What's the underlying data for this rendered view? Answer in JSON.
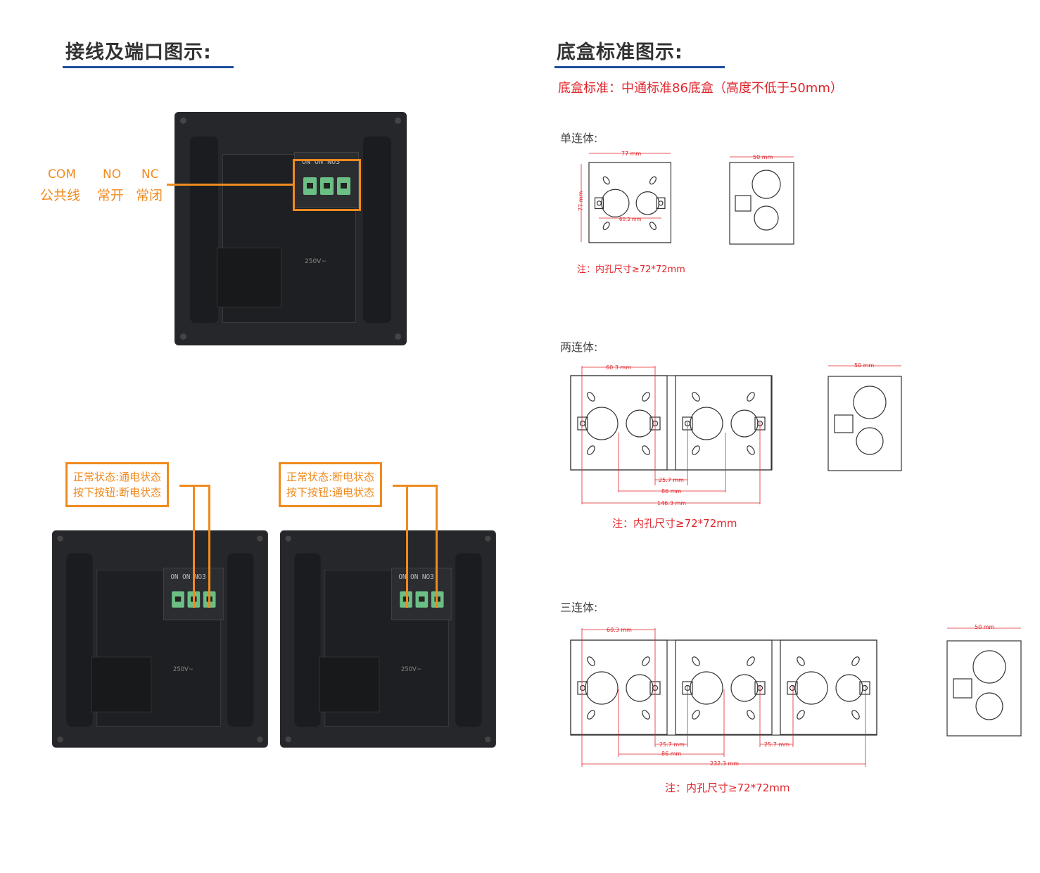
{
  "left": {
    "title": "接线及端口图示:",
    "ports": [
      {
        "code": "COM",
        "label": "公共线"
      },
      {
        "code": "NO",
        "label": "常开"
      },
      {
        "code": "NC",
        "label": "常闭"
      }
    ],
    "device_terminal_marking": "ON ON NO3",
    "device_rating_marking": "250V~",
    "callouts": [
      {
        "line1": "正常状态:通电状态",
        "line2": "按下按钮:断电状态"
      },
      {
        "line1": "正常状态:断电状态",
        "line2": "按下按钮:通电状态"
      }
    ]
  },
  "right": {
    "title": "底盒标准图示:",
    "standard": "底盒标准：中通标准86底盒（高度不低于50mm）",
    "single": {
      "label": "单连体:",
      "dims": {
        "width": "77 mm",
        "height": "77 mm",
        "hole_spacing": "60.3 mm",
        "depth": "50 mm"
      },
      "note": "注：内孔尺寸≥72*72mm"
    },
    "double": {
      "label": "两连体:",
      "dims": {
        "hole_spacing": "60.3 mm",
        "gap": "25.7 mm",
        "pitch": "86 mm",
        "total": "146.3 mm",
        "depth": "50 mm"
      },
      "note": "注：内孔尺寸≥72*72mm"
    },
    "triple": {
      "label": "三连体:",
      "dims": {
        "hole_spacing": "60.3 mm",
        "gap": "25.7 mm",
        "pitch": "86 mm",
        "total": "232.3 mm",
        "depth": "50 mm"
      },
      "note": "注：内孔尺寸≥72*72mm"
    }
  },
  "colors": {
    "accent_blue": "#1f4e9c",
    "orange": "#f08a1e",
    "red": "#e0252b",
    "terminal_green": "#6cbf84"
  }
}
